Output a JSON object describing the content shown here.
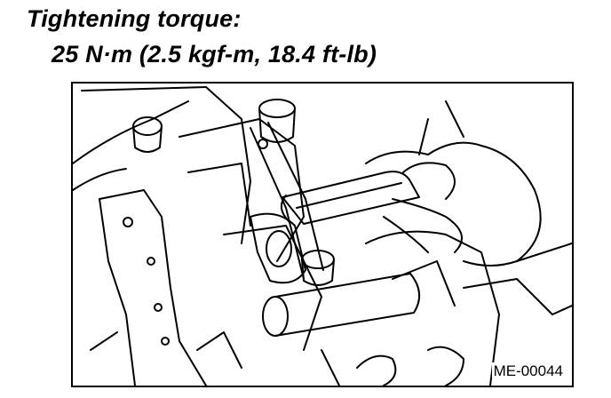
{
  "heading": "Tightening torque:",
  "torque_spec": "25 N·m (2.5 kgf-m, 18.4 ft-lb)",
  "figure": {
    "code": "ME-00044",
    "icon": "wrench-on-bolt-illustration"
  }
}
